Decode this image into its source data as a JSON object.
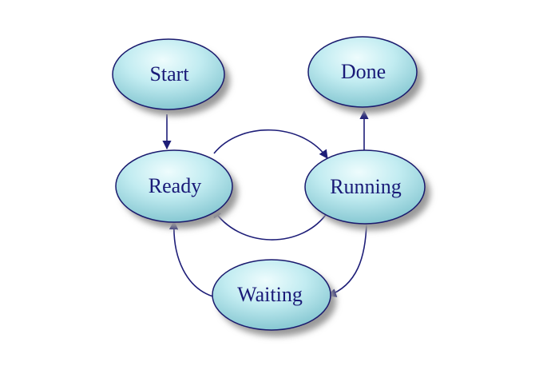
{
  "diagram": {
    "states": {
      "start": "Start",
      "done": "Done",
      "ready": "Ready",
      "running": "Running",
      "waiting": "Waiting"
    },
    "colors": {
      "node_fill_light": "#e8fafc",
      "node_fill_mid": "#b4e6ec",
      "node_fill_dark": "#7fc4cf",
      "node_stroke": "#1a1a6e",
      "shadow": "#9a9a9a",
      "arrow": "#1e1e78",
      "text": "#1a1a78"
    }
  }
}
